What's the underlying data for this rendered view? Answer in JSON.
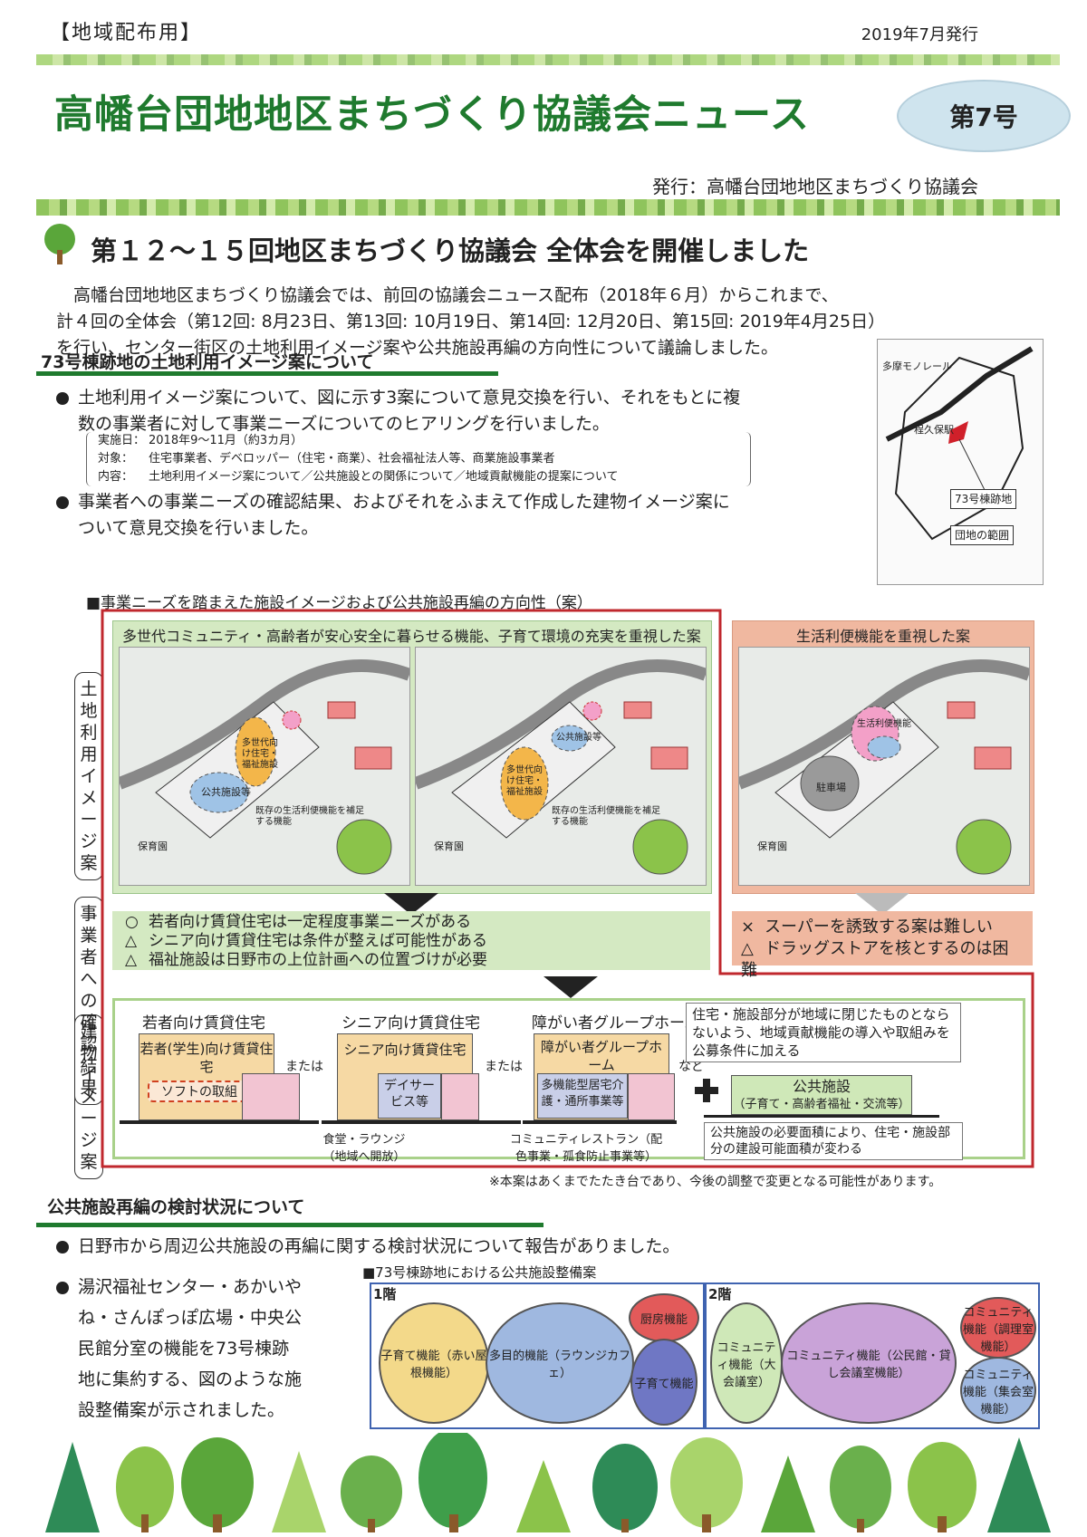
{
  "header": {
    "tag": "【地域配布用】",
    "date": "2019年7月発行",
    "title": "高幡台団地地区まちづくり協議会ニュース",
    "issue": "第7号",
    "publisher": "発行：高幡台団地地区まちづくり協議会"
  },
  "section1": {
    "heading": "第１２～１５回地区まちづくり協議会 全体会を開催しました",
    "paragraph": [
      "高幡台団地地区まちづくり協議会では、前回の協議会ニュース配布（2018年６月）からこれまで、",
      "計４回の全体会（第12回: 8月23日、第13回: 10月19日、第14回: 12月20日、第15回: 2019年4月25日）",
      "を行い、センター街区の土地利用イメージ案や公共施設再編の方向性について議論しました。"
    ]
  },
  "section2": {
    "heading": "73号棟跡地の土地利用イメージ案について",
    "bullet1": [
      "土地利用イメージ案について、図に示す3案について意見交換を行い、それをもとに複",
      "数の事業者に対して事業ニーズについてのヒアリングを行いました。"
    ],
    "details": [
      {
        "label": "実施日：",
        "value": "2018年9～11月（約3カ月）"
      },
      {
        "label": "対象：",
        "value": "住宅事業者、デベロッパー（住宅・商業）、社会福祉法人等、商業施設事業者"
      },
      {
        "label": "内容：",
        "value": "土地利用イメージ案について／公共施設との関係について／地域貢献機能の提案について"
      }
    ],
    "bullet2": [
      "事業者への事業ニーズの確認結果、およびそれをふまえて作成した建物イメージ案に",
      "ついて意見交換を行いました。"
    ],
    "map_labels": {
      "monorail": "多摩モノレール",
      "station": "程久保駅",
      "site": "73号棟跡地",
      "area": "団地の範囲"
    }
  },
  "figure": {
    "caption": "■事業ニーズを踏まえた施設イメージおよび公共施設再編の方向性（案）",
    "row_labels": [
      "土地利用イメージ案",
      "事業者への確認結果",
      "建物イメージ案"
    ],
    "panel_left_head": "多世代コミュニティ・高齢者が安心安全に暮らせる機能、子育て環境の充実を重視した案",
    "panel_right_head": "生活利便機能を重視した案",
    "map_texts": {
      "public": "公共施設等",
      "multi": "多世代向け住宅・福祉施設",
      "supplement": "既存の生活利便機能を補足する機能",
      "nursery": "保育園",
      "life": "生活利便機能",
      "parking": "駐車場"
    },
    "results_left": [
      {
        "mark": "○",
        "text": "若者向け賃貸住宅は一定程度事業ニーズがある"
      },
      {
        "mark": "△",
        "text": "シニア向け賃貸住宅は条件が整えば可能性がある"
      },
      {
        "mark": "△",
        "text": "福祉施設は日野市の上位計画への位置づけが必要"
      }
    ],
    "results_right": [
      {
        "mark": "×",
        "text": "スーパーを誘致する案は難しい"
      },
      {
        "mark": "△",
        "text": "ドラッグストアを核とするのは困難"
      }
    ],
    "buildings": {
      "b1_title": "若者向け賃貸住宅",
      "b1_box": "若者(学生)向け賃貸住宅",
      "b1_soft": "ソフトの取組",
      "or1": "または",
      "b2_title": "シニア向け賃貸住宅",
      "b2_box": "シニア向け賃貸住宅",
      "b2_day": "デイサービス等",
      "or2": "または",
      "b3_title": "障がい者グループホーム",
      "b3_box": "障がい者グループホーム",
      "b3_care": "多機能型居宅介護・通所事業等",
      "etc": "など",
      "lounge": "食堂・ラウンジ（地域へ開放）",
      "restaurant": "コミュニティレストラン（配色事業・孤食防止事業等）",
      "note1": "住宅・施設部分が地域に閉じたものとならないよう、地域貢献機能の導入や取組みを公募条件に加える",
      "public": "公共施設",
      "public_sub": "（子育て・高齢者福祉・交流等）",
      "note2": "公共施設の必要面積により、住宅・施設部分の建設可能面積が変わる"
    },
    "footnote": "※本案はあくまでたたき台であり、今後の調整で変更となる可能性があります。"
  },
  "section3": {
    "heading": "公共施設再編の検討状況について",
    "bullet1": "日野市から周辺公共施設の再編に関する検討状況について報告がありました。",
    "bullet2": [
      "湯沢福祉センター・あかいや",
      "ね・さんぽっぽ広場・中央公",
      "民館分室の機能を73号棟跡",
      "地に集約する、図のような施",
      "設整備案が示されました。"
    ],
    "diagram_title": "■73号棟跡地における公共施設整備案",
    "floor1": "1階",
    "floor2": "2階",
    "f1": [
      "子育て機能（赤い屋根機能）",
      "多目的機能（ラウンジカフェ）",
      "厨房機能",
      "子育て機能"
    ],
    "f2": [
      "コミュニティ機能（大会議室）",
      "コミュニティ機能（公民館・貸し会議室機能）",
      "コミュニティ機能（調理室機能）",
      "コミュニティ機能（集会室機能）"
    ]
  },
  "colors": {
    "title_green": "#1f7a2e",
    "red": "#c0282e",
    "yellow": "#f3d98a",
    "blue": "#9fb8e0",
    "pink": "#e25a5a",
    "indigo": "#6f77c4",
    "lightgreen": "#cfe8b8"
  }
}
